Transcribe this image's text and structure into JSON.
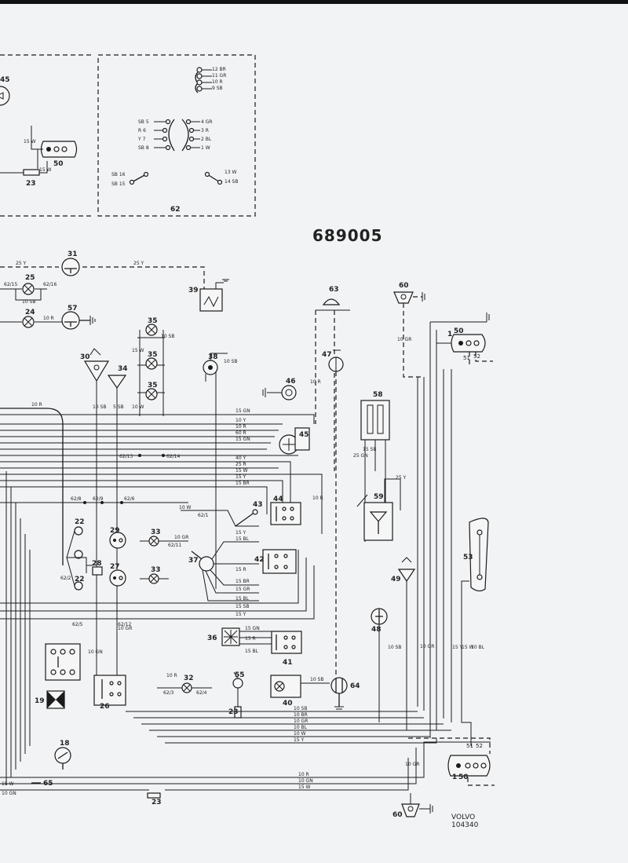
{
  "drawing_number": "689005",
  "brand": "VOLVO",
  "ref_number": "104340",
  "inset_box_number": "62",
  "inset_labels": {
    "c1": "12 BR",
    "c2": "11 GR",
    "c3": "10 R",
    "c4": "9 SB",
    "l5": "SB 5",
    "l6": "R 6",
    "l7": "Y 7",
    "l8": "SB 8",
    "r4": "4 GR",
    "r3": "3 R",
    "r2": "2 BL",
    "r1": "1 W",
    "l16": "SB 16",
    "l15": "SB 15",
    "r13": "13 W",
    "r14": "14 SB"
  },
  "components": {
    "c1": "1",
    "c1b": "1",
    "c18": "18",
    "c19": "19",
    "c22a": "22",
    "c22b": "22",
    "c23a": "23",
    "c23b": "23",
    "c23c": "23",
    "c24": "24",
    "c25": "25",
    "c26": "26",
    "c27": "27",
    "c28": "28",
    "c29": "29",
    "c30": "30",
    "c31": "31",
    "c32": "32",
    "c33a": "33",
    "c33b": "33",
    "c34": "34",
    "c35a": "35",
    "c35b": "35",
    "c35c": "35",
    "c36": "36",
    "c37": "37",
    "c38": "38",
    "c39": "39",
    "c40": "40",
    "c41": "41",
    "c42": "42",
    "c43": "43",
    "c44": "44",
    "c45a": "45",
    "c45b": "45",
    "c46": "46",
    "c47": "47",
    "c48": "48",
    "c49": "49",
    "c50a": "50",
    "c50b": "50",
    "c50c": "50",
    "c51a": "51",
    "c51b": "51",
    "c52a": "52",
    "c52b": "52",
    "c53": "53",
    "c55": "55",
    "c57": "57",
    "c58": "58",
    "c59": "59",
    "c60a": "60",
    "c60b": "60",
    "c63": "63",
    "c64": "64",
    "c65": "65"
  },
  "connectors": {
    "k62_15": "62/15",
    "k62_16": "62/16",
    "k62_13": "62/13",
    "k62_14": "62/14",
    "k62_8": "62/8",
    "k62_9": "62/9",
    "k62_6": "62/6",
    "k62_1": "62/1",
    "k62_11": "62/11",
    "k62_2": "62/2",
    "k62_12": "62/12",
    "k62_5": "62/5",
    "k62_3": "62/3",
    "k62_4": "62/4"
  },
  "wires": {
    "w25y_a": "25 Y",
    "w25y_b": "25 Y",
    "w10sb_25": "10 SB",
    "w10r_24": "10 R",
    "w15w_23": "15 W",
    "w15w_50": "15 W",
    "w10r_top": "10 R",
    "w15gn_a": "15 GN",
    "w10y": "10 Y",
    "w10r_b": "10 R",
    "w60r": "60 R",
    "w15gn_b": "15 GN",
    "w40y": "40 Y",
    "w25r": "25 R",
    "w15w_a": "15 W",
    "w15y_a": "15 Y",
    "w15br": "15 BR",
    "w10w_43": "10 W",
    "w10gr_33": "10 GR",
    "w15y_42": "15 Y",
    "w15bl_42": "15 BL",
    "w15r_37": "15 R",
    "w15br_37": "15 BR",
    "w15gr_37": "15 GR",
    "w15bl_37": "15 BL",
    "w15sb_37": "15 SB",
    "w15y_37": "15 Y",
    "w15gn_36": "15 GN",
    "w15r_36": "15 R",
    "w15bl_36": "15 BL",
    "w10gr_62": "10 GR",
    "w10r_62": "10 R",
    "w10gn": "10 GN",
    "w10sb_40": "10 SB",
    "w10sb_b1": "10 SB",
    "w10br_b": "10 BR",
    "w10gr_b": "10 GR",
    "w10bl_b": "10 BL",
    "w10w_b": "10 W",
    "w15y_b": "15 Y",
    "w10r_bot": "10 R",
    "w10gn_bot": "10 GN",
    "w15w_bot": "15 W",
    "w15w_left": "15 W",
    "w10gn_left": "10 GN",
    "w10sb_38": "10 SB",
    "w10r_47": "10 R",
    "w10gr_1": "10 GR",
    "w15sb_58": "15 SB",
    "w25gn_58": "25 GN",
    "w25y_59": "25 Y",
    "w10r_45": "10 R",
    "w15w_35": "15 W",
    "w10sb_35": "10 SB",
    "w10w_35": "10 W",
    "w10sb_30": "10 SB",
    "w5sb_34": "5 SB",
    "w10sb_64": "10 SB",
    "w10gr_64": "10 GR",
    "w15y_53": "15 Y",
    "w15w_53": "15 W",
    "w10bl_53": "10 BL",
    "w10gr_60": "10 GR"
  }
}
